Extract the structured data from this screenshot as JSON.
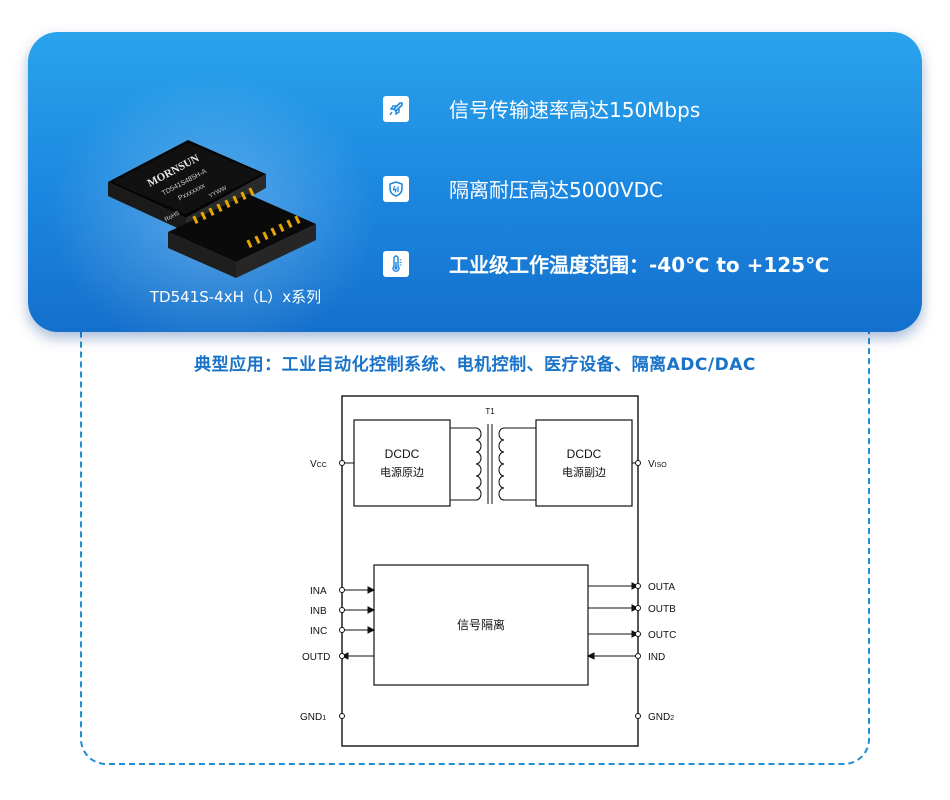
{
  "product": {
    "brand": "MORNSUN",
    "chip_model": "TD541S485H-A",
    "chip_code": "Pxxxxxxx",
    "chip_rohs": "RoHS",
    "chip_date": "YYWW",
    "series_name": "TD541S-4xH（L）x系列"
  },
  "features": [
    {
      "icon": "rocket-icon",
      "text": "信号传输速率高达150Mbps"
    },
    {
      "icon": "shield-icon",
      "text": "隔离耐压高达5000VDC"
    },
    {
      "icon": "thermometer-icon",
      "text": "工业级工作温度范围：-40℃ to +125℃"
    }
  ],
  "applications": "典型应用：工业自动化控制系统、电机控制、医疗设备、隔离ADC/DAC",
  "diagram": {
    "transformer_label": "T1",
    "dcdc_primary": {
      "title": "DCDC",
      "subtitle": "电源原边"
    },
    "dcdc_secondary": {
      "title": "DCDC",
      "subtitle": "电源副边"
    },
    "signal_block": "信号隔离",
    "vcc_main": "V",
    "vcc_sub": "CC",
    "viso_main": "V",
    "viso_sub": "ISO",
    "left_pins": [
      "INA",
      "INB",
      "INC",
      "OUTD"
    ],
    "right_pins": [
      "OUTA",
      "OUTB",
      "OUTC",
      "IND"
    ],
    "gnd1_main": "GND",
    "gnd1_sub": "1",
    "gnd2_main": "GND",
    "gnd2_sub": "2"
  },
  "colors": {
    "banner_blue": "#1b86df",
    "accent_text": "#1a73c8",
    "frame_dash": "#1f8fd6"
  }
}
